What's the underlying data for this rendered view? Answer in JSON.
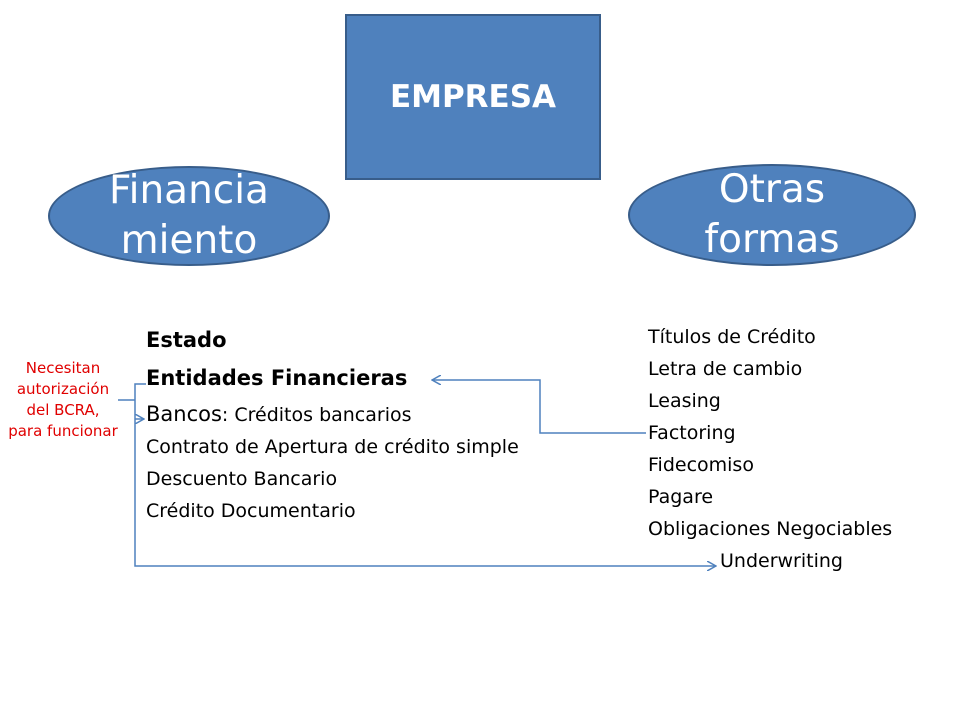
{
  "title_box": {
    "label": "EMPRESA"
  },
  "ellipses": {
    "financiamiento": "Financia\nmiento",
    "otras_formas": "Otras\nformas"
  },
  "left_list": {
    "estado": "Estado",
    "entidades": "Entidades Financieras",
    "bancos_label": "Bancos",
    "bancos_text": ": Créditos bancarios",
    "items": [
      "Contrato de Apertura de crédito simple",
      "Descuento Bancario",
      "Crédito Documentario"
    ]
  },
  "right_list": {
    "items": [
      "Títulos de Crédito",
      "Letra de cambio",
      "Leasing",
      "Factoring",
      "Fidecomiso",
      "Pagare",
      "Obligaciones Negociables"
    ],
    "underwriting": "Underwriting"
  },
  "note": {
    "lines": [
      "Necesitan",
      "autorización",
      "del BCRA,",
      "para funcionar"
    ],
    "color": "#e00000"
  },
  "colors": {
    "shape_fill": "#4f81bd",
    "shape_border": "#385d8a",
    "connector": "#4f81bd"
  }
}
